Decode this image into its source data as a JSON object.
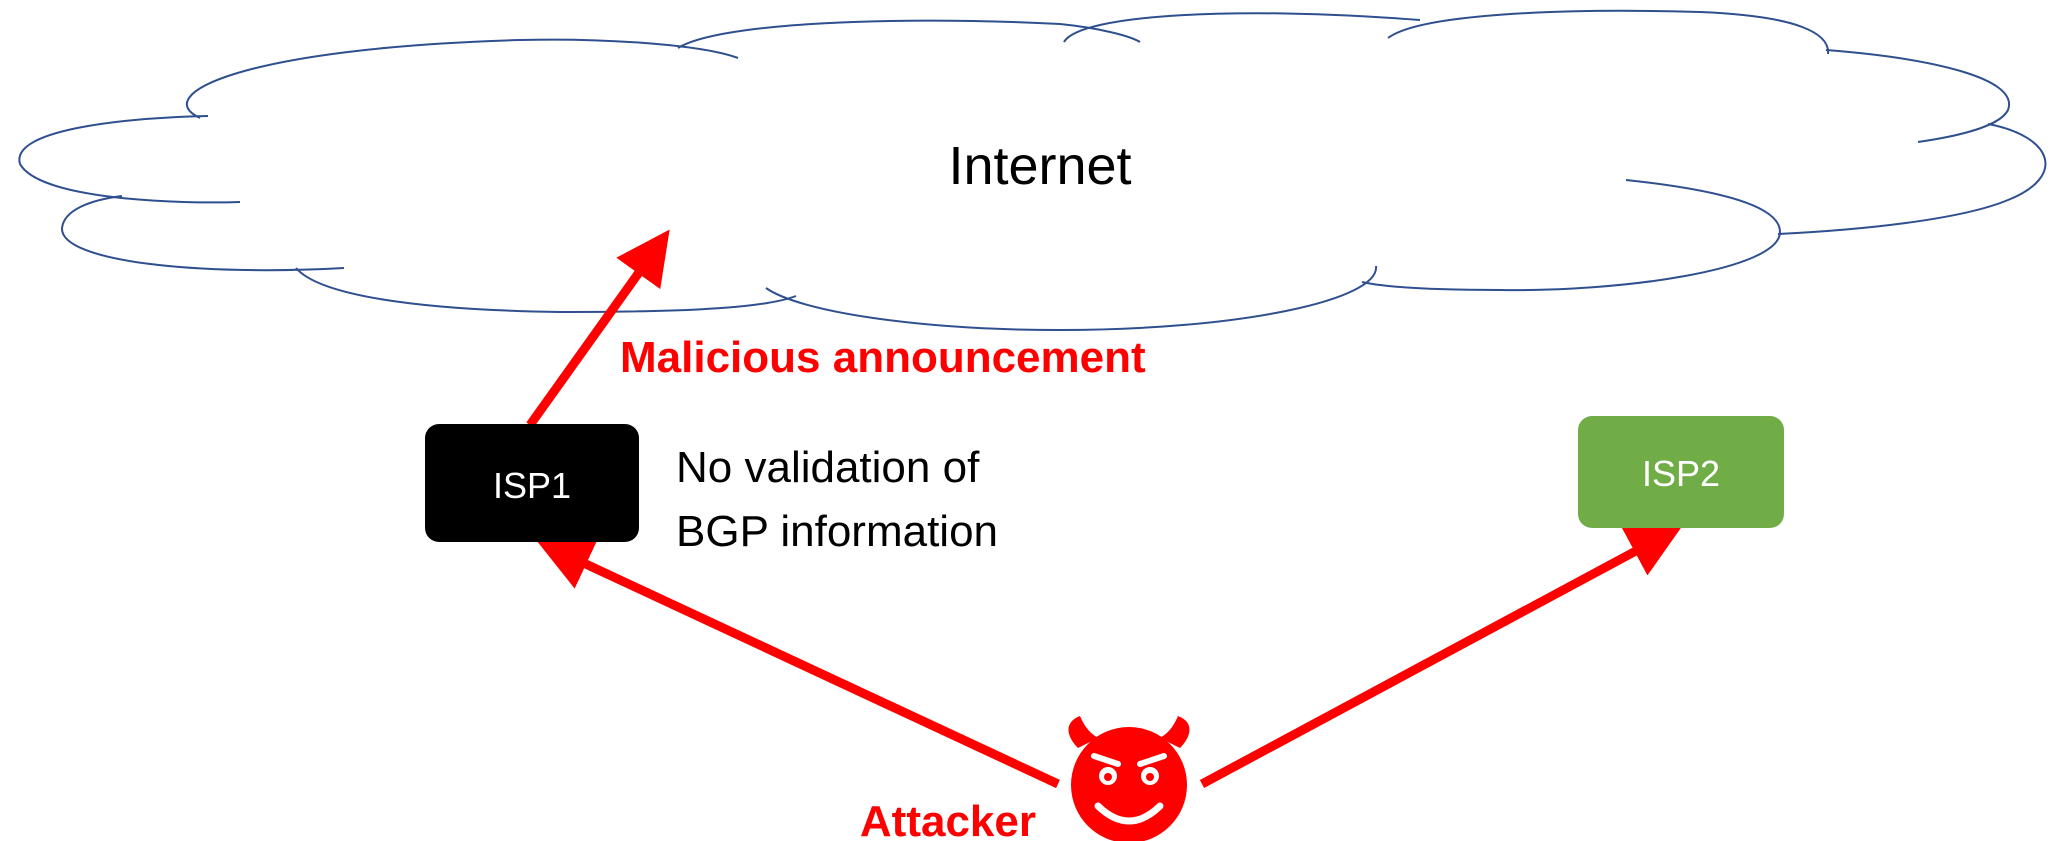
{
  "cloud": {
    "label": "Internet"
  },
  "annotation": {
    "malicious": "Malicious announcement",
    "no_validation_line1": "No validation of",
    "no_validation_line2": "BGP information",
    "attacker": "Attacker"
  },
  "nodes": {
    "isp1": {
      "label": "ISP1",
      "fill": "#000000",
      "text_color": "#ffffff"
    },
    "isp2": {
      "label": "ISP2",
      "fill": "#70ad47",
      "text_color": "#ffffff"
    }
  },
  "attacker_icon": "smiling-devil-icon",
  "colors": {
    "attack": "#ff0000",
    "cloud_stroke": "#2f4f8f",
    "background": "#ffffff"
  }
}
